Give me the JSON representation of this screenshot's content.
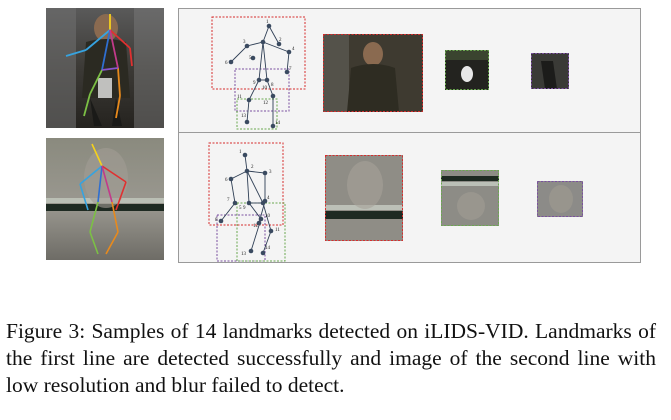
{
  "figure": {
    "caption": "Figure 3: Samples of 14 landmarks detected on iLIDS-VID. Landmarks of the first line are detected successfully and image of the second line with low resolution and blur failed to detect.",
    "rows": [
      {
        "landmark_labels": [
          "1",
          "2",
          "3",
          "4",
          "5",
          "6",
          "7",
          "8",
          "9",
          "10",
          "11",
          "12",
          "13",
          "14"
        ],
        "box_colors": [
          "#d62d2d",
          "#7a4fa0",
          "#6aa84f"
        ]
      },
      {
        "landmark_labels": [
          "1",
          "2",
          "3",
          "4",
          "5",
          "6",
          "7",
          "8",
          "9",
          "10",
          "11",
          "12",
          "13",
          "14"
        ],
        "box_colors": [
          "#d62d2d",
          "#7a4fa0",
          "#6aa84f"
        ]
      }
    ]
  }
}
